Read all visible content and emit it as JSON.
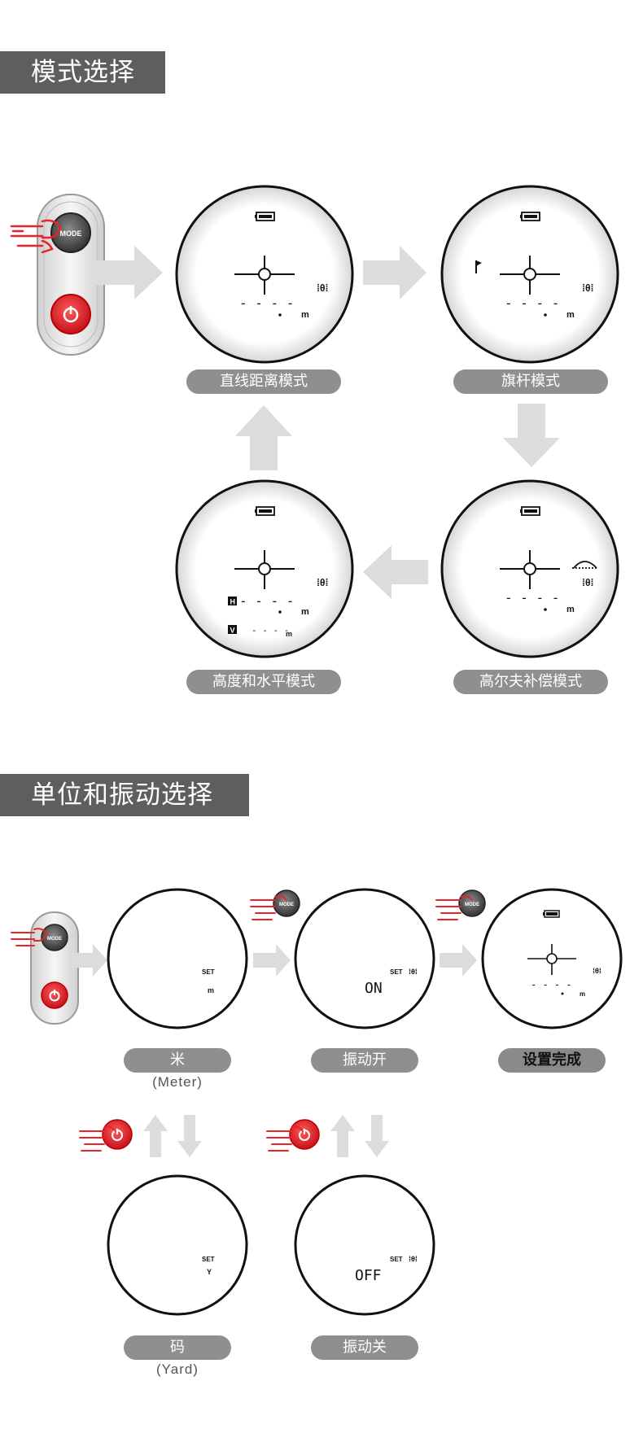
{
  "sections": {
    "mode_title": "模式选择",
    "unit_title": "单位和振动选择"
  },
  "modes": {
    "straight": "直线距离模式",
    "flag": "旗杆模式",
    "golf_comp": "高尔夫补偿模式",
    "height_horizontal": "高度和水平模式"
  },
  "buttons": {
    "mode_label": "MODE"
  },
  "display": {
    "unit_m": "m",
    "unit_y": "Y",
    "set": "SET",
    "dash_row": "- - - -",
    "h_marker": "H",
    "v_marker": "V",
    "vib_on": "ON",
    "vib_off": "OFF"
  },
  "settings": {
    "meter": "米",
    "meter_sub": "(Meter)",
    "vib_on": "振动开",
    "done": "设置完成",
    "yard": "码",
    "yard_sub": "(Yard)",
    "vib_off": "振动关"
  },
  "colors": {
    "banner": "#5e5e5e",
    "pill": "#8f8f8f",
    "arrow": "#dcdcdc",
    "power_red": "#e8232a"
  }
}
